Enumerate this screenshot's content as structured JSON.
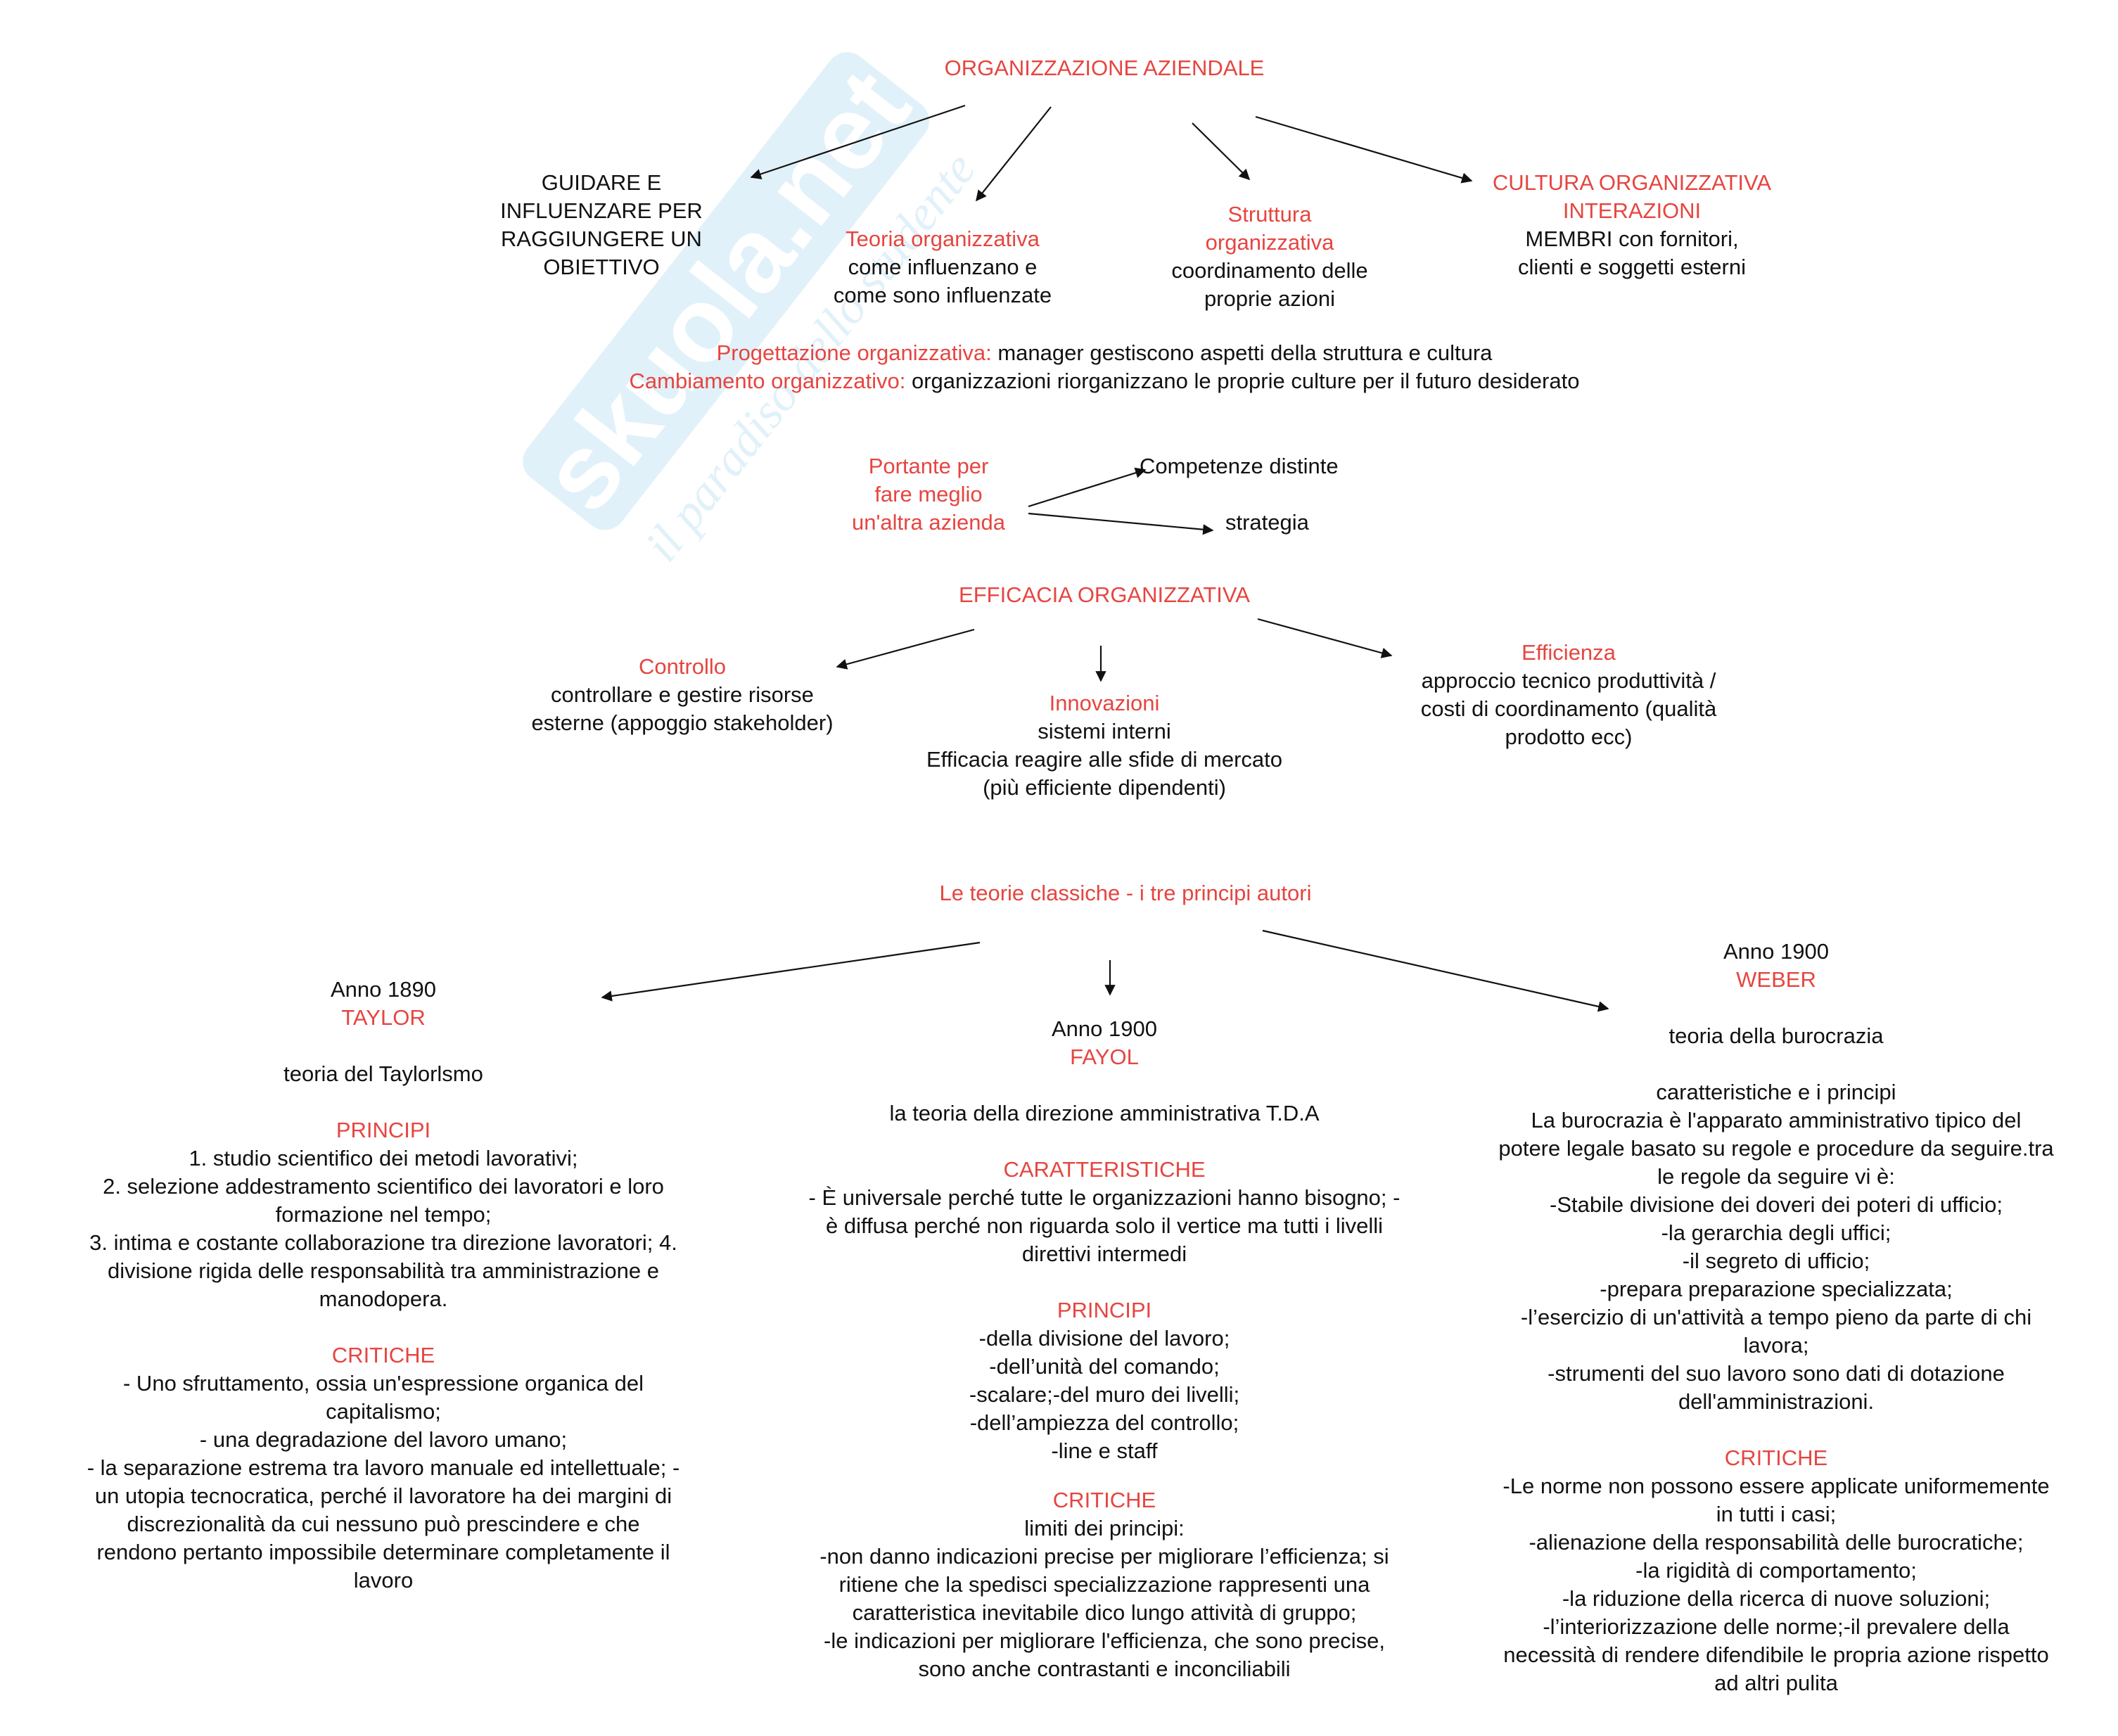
{
  "colors": {
    "accent": "#e64540",
    "text": "#111111",
    "watermark": "#c9e6f5"
  },
  "watermark": {
    "logo": "skuola.net",
    "tagline": "il paradiso dello studente"
  },
  "root": {
    "title": "ORGANIZZAZIONE AZIENDALE"
  },
  "branch_guidare": {
    "lines": [
      "GUIDARE E",
      "INFLUENZARE PER",
      "RAGGIUNGERE UN",
      "OBIETTIVO"
    ]
  },
  "branch_teoria": {
    "title": "Teoria organizzativa",
    "lines": [
      "come influenzano e",
      "come sono influenzate"
    ]
  },
  "branch_struttura": {
    "title_lines": [
      "Struttura",
      "organizzativa"
    ],
    "lines": [
      "coordinamento delle",
      "proprie azioni"
    ]
  },
  "branch_cultura": {
    "title_lines": [
      "CULTURA ORGANIZZATIVA",
      "INTERAZIONI"
    ],
    "lines": [
      "MEMBRI con fornitori,",
      "clienti e soggetti esterni"
    ]
  },
  "definitions": {
    "progettazione_label": "Progettazione organizzativa:",
    "progettazione_text": " manager gestiscono aspetti della struttura e cultura",
    "cambiamento_label": "Cambiamento organizzativo:",
    "cambiamento_text": " organizzazioni riorganizzano le proprie culture per il futuro desiderato"
  },
  "portante": {
    "lines": [
      "Portante per",
      "fare meglio",
      "un'altra azienda"
    ],
    "targets": [
      "Competenze distinte",
      "strategia"
    ]
  },
  "efficacia": {
    "title": "EFFICACIA ORGANIZZATIVA",
    "controllo": {
      "title": "Controllo",
      "lines": [
        "controllare e gestire risorse",
        "esterne (appoggio stakeholder)"
      ]
    },
    "innovazioni": {
      "title": "Innovazioni",
      "lines": [
        "sistemi interni",
        "Efficacia  reagire alle sfide di mercato",
        "(più efficiente dipendenti)"
      ]
    },
    "efficienza": {
      "title": "Efficienza",
      "lines": [
        "approccio tecnico produttività /",
        "costi di coordinamento (qualità",
        "prodotto ecc)"
      ]
    }
  },
  "classiche": {
    "title": "Le teorie classiche - i tre principi autori"
  },
  "taylor": {
    "year": "Anno 1890",
    "name": "TAYLOR",
    "theory": "teoria del Taylorlsmo",
    "principi_title": "PRINCIPI",
    "principi_lines": [
      "1. studio scientifico dei metodi lavorativi;",
      "2. selezione addestramento scientifico dei lavoratori e loro",
      "formazione nel tempo;",
      "3. intima e costante collaborazione tra direzione lavoratori; 4.",
      "divisione rigida delle responsabilità tra amministrazione e",
      "manodopera."
    ],
    "critiche_title": "CRITICHE",
    "critiche_lines": [
      "- Uno sfruttamento, ossia un'espressione organica del",
      "capitalismo;",
      "- una degradazione del lavoro umano;",
      "- la separazione estrema tra lavoro manuale ed intellettuale; -",
      "un utopia tecnocratica, perché il lavoratore ha dei margini di",
      "discrezionalità da cui nessuno può prescindere e che",
      "rendono pertanto impossibile determinare completamente il",
      "lavoro"
    ]
  },
  "fayol": {
    "year": "Anno 1900",
    "name": "FAYOL",
    "theory": "la teoria della direzione amministrativa T.D.A",
    "caratteristiche_title": "CARATTERISTICHE",
    "caratteristiche_lines": [
      "- È universale perché tutte le organizzazioni hanno bisogno; -",
      "è diffusa perché non riguarda solo il vertice ma tutti i livelli",
      "direttivi intermedi"
    ],
    "principi_title": "PRINCIPI",
    "principi_lines": [
      "-della divisione del lavoro;",
      "-dell’unità del comando;",
      "-scalare;-del muro dei livelli;",
      "-dell’ampiezza del controllo;",
      "-line e staff"
    ],
    "critiche_title": "CRITICHE",
    "critiche_lines": [
      "limiti dei principi:",
      "-non danno indicazioni precise per migliorare l’efficienza; si",
      "ritiene che la spedisci specializzazione rappresenti una",
      "caratteristica inevitabile dico lungo attività di gruppo;",
      "-le indicazioni per migliorare l'efficienza, che sono precise,",
      "sono anche contrastanti e inconciliabili"
    ]
  },
  "weber": {
    "year": "Anno 1900",
    "name": "WEBER",
    "theory": "teoria della burocrazia",
    "intro_lines": [
      "caratteristiche e i principi",
      "La burocrazia è l'apparato amministrativo tipico del",
      "potere legale basato su regole e procedure da seguire.tra",
      "le regole da seguire vi è:",
      "-Stabile divisione dei doveri dei poteri di ufficio;",
      "-la gerarchia degli uffici;",
      "-il segreto di ufficio;",
      "-prepara preparazione specializzata;",
      "-l’esercizio di un'attività a tempo pieno da parte di chi",
      "lavora;",
      "-strumenti del suo lavoro sono dati di dotazione",
      "dell'amministrazioni."
    ],
    "critiche_title": "CRITICHE",
    "critiche_lines": [
      "-Le norme non possono essere applicate uniformemente",
      "in tutti i casi;",
      "-alienazione della responsabilità delle burocratiche;",
      "-la rigidità di comportamento;",
      "-la riduzione della ricerca di nuove soluzioni;",
      "-l’interiorizzazione delle norme;-il prevalere della",
      "necessità di rendere difendibile le propria azione rispetto",
      "ad altri pulita"
    ]
  }
}
